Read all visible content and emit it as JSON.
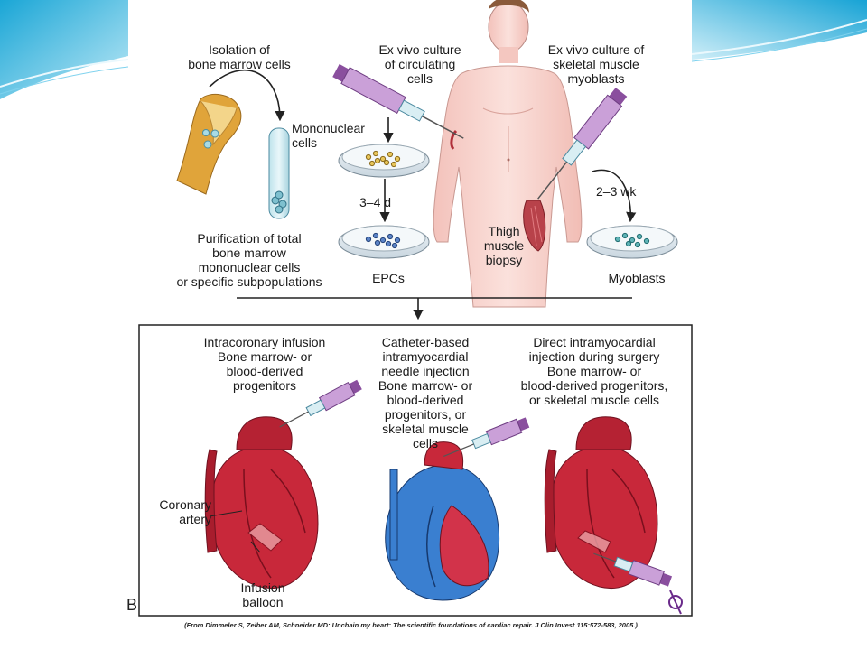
{
  "labels": {
    "bone_marrow_isolation": "Isolation of\nbone marrow cells",
    "circulating_culture": "Ex vivo culture\nof circulating\ncells",
    "skeletal_culture": "Ex vivo culture of\nskeletal muscle\nmyoblasts",
    "mononuclear": "Mononuclear\ncells",
    "days": "3–4 d",
    "weeks": "2–3 wk",
    "thigh": "Thigh\nmuscle\nbiopsy",
    "purification": "Purification of total\nbone marrow\nmononuclear cells\nor specific subpopulations",
    "epcs": "EPCs",
    "myoblasts": "Myoblasts",
    "intracoronary": "Intracoronary infusion\nBone marrow- or\nblood-derived\nprogenitors",
    "catheter": "Catheter-based\nintramyocardial\nneedle injection\nBone marrow- or\nblood-derived\nprogenitors, or\nskeletal muscle\ncells",
    "direct": "Direct intramyocardial\ninjection during surgery\nBone marrow- or\nblood-derived progenitors,\nor skeletal muscle cells",
    "coronary_artery": "Coronary\nartery",
    "infusion_balloon": "Infusion\nballoon",
    "panel_letter": "B",
    "citation": "(From Dimmeler S, Zeiher AM, Schneider MD: Unchain my heart: The scientific foundations of cardiac repair. J Clin Invest 115:572-583, 2005.)"
  },
  "colors": {
    "slide_accent": "#2bb3d9",
    "heart_red": "#c8283a",
    "heart_blue": "#3a7fd0",
    "skin": "#f7cfc9",
    "bone": "#e0a43a",
    "syringe": "#b57fc7",
    "dish": "#dde8ef"
  }
}
